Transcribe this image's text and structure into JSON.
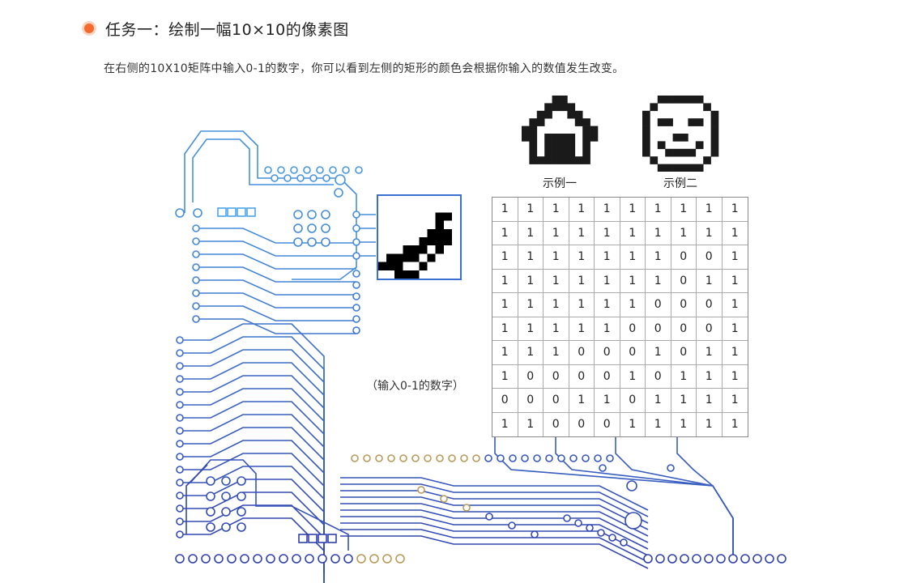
{
  "task": {
    "title": "任务一：绘制一幅10×10的像素图",
    "description": "在右侧的10X10矩阵中输入0-1的数字，你可以看到左侧的矩形的颜色会根据你输入的数值发生改变。"
  },
  "examples": [
    {
      "caption": "示例一",
      "icon": "house-icon",
      "pixels": [
        [
          0,
          0,
          0,
          0,
          1,
          1,
          0,
          0,
          0,
          0
        ],
        [
          0,
          0,
          0,
          1,
          1,
          1,
          1,
          0,
          0,
          0
        ],
        [
          0,
          0,
          1,
          1,
          0,
          0,
          1,
          1,
          0,
          0
        ],
        [
          0,
          1,
          1,
          0,
          0,
          0,
          0,
          1,
          1,
          0
        ],
        [
          1,
          1,
          0,
          0,
          0,
          0,
          0,
          0,
          1,
          1
        ],
        [
          1,
          1,
          0,
          1,
          1,
          1,
          1,
          0,
          1,
          1
        ],
        [
          0,
          1,
          0,
          1,
          1,
          1,
          1,
          0,
          1,
          0
        ],
        [
          0,
          1,
          0,
          1,
          1,
          1,
          1,
          0,
          1,
          0
        ],
        [
          0,
          1,
          1,
          1,
          1,
          1,
          1,
          1,
          1,
          0
        ],
        [
          0,
          0,
          0,
          0,
          0,
          0,
          0,
          0,
          0,
          0
        ]
      ]
    },
    {
      "caption": "示例二",
      "icon": "smiley-icon",
      "pixels": [
        [
          0,
          0,
          1,
          1,
          1,
          1,
          1,
          1,
          0,
          0
        ],
        [
          0,
          1,
          0,
          0,
          0,
          0,
          0,
          0,
          1,
          0
        ],
        [
          1,
          0,
          0,
          0,
          0,
          0,
          0,
          0,
          0,
          1
        ],
        [
          1,
          0,
          1,
          1,
          0,
          0,
          1,
          1,
          0,
          1
        ],
        [
          1,
          0,
          0,
          0,
          0,
          0,
          0,
          0,
          0,
          1
        ],
        [
          1,
          0,
          0,
          0,
          1,
          1,
          0,
          0,
          0,
          1
        ],
        [
          1,
          0,
          1,
          0,
          0,
          0,
          0,
          1,
          0,
          1
        ],
        [
          1,
          0,
          0,
          1,
          1,
          1,
          1,
          0,
          0,
          1
        ],
        [
          0,
          1,
          0,
          0,
          0,
          0,
          0,
          0,
          1,
          0
        ],
        [
          0,
          0,
          1,
          1,
          1,
          1,
          1,
          1,
          0,
          0
        ]
      ]
    }
  ],
  "matrix": [
    [
      "1",
      "1",
      "1",
      "1",
      "1",
      "1",
      "1",
      "1",
      "1",
      "1"
    ],
    [
      "1",
      "1",
      "1",
      "1",
      "1",
      "1",
      "1",
      "1",
      "1",
      "1"
    ],
    [
      "1",
      "1",
      "1",
      "1",
      "1",
      "1",
      "1",
      "0",
      "0",
      "1"
    ],
    [
      "1",
      "1",
      "1",
      "1",
      "1",
      "1",
      "1",
      "0",
      "1",
      "1"
    ],
    [
      "1",
      "1",
      "1",
      "1",
      "1",
      "1",
      "0",
      "0",
      "0",
      "1"
    ],
    [
      "1",
      "1",
      "1",
      "1",
      "1",
      "0",
      "0",
      "0",
      "0",
      "1"
    ],
    [
      "1",
      "1",
      "1",
      "0",
      "0",
      "0",
      "1",
      "0",
      "1",
      "1"
    ],
    [
      "1",
      "0",
      "0",
      "0",
      "0",
      "1",
      "0",
      "1",
      "1",
      "1"
    ],
    [
      "0",
      "0",
      "0",
      "1",
      "1",
      "0",
      "1",
      "1",
      "1",
      "1"
    ],
    [
      "1",
      "1",
      "0",
      "0",
      "0",
      "1",
      "1",
      "1",
      "1",
      "1"
    ]
  ],
  "hint": "（输入0-1的数字）",
  "colors": {
    "accent": "#f26a2e",
    "circuit_top": "#4aa3e8",
    "circuit_bottom": "#3040b0",
    "circuit_gold": "#b89a5a",
    "pixel_on": "#ffffff",
    "pixel_off": "#000000"
  }
}
